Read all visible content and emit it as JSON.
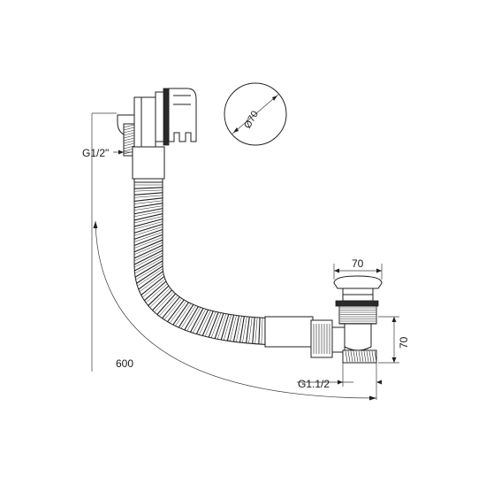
{
  "labels": {
    "inlet_thread": "G1/2\"",
    "overflow_diameter": "Ø70",
    "cap_width": "70",
    "waste_height": "70",
    "outlet_thread": "G1.1/2",
    "hose_length": "600"
  },
  "colors": {
    "line": "#1f1f1f",
    "background": "#ffffff"
  }
}
